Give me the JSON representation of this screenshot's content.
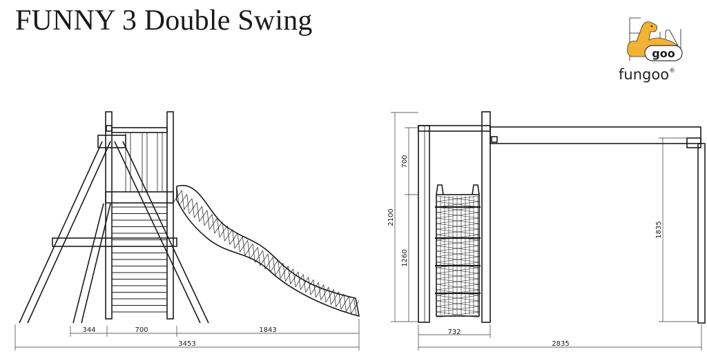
{
  "title": "FUNNY 3 Double Swing",
  "logo": {
    "word": "fungoo",
    "registered": "®",
    "mark_text": "goo",
    "accent": "#f2b233"
  },
  "front_view": {
    "dims": {
      "left_span": "344",
      "deck": "700",
      "slide": "1843",
      "total": "3453"
    }
  },
  "side_view": {
    "dims": {
      "height_total": "2100",
      "height_upper": "700",
      "height_lower": "1260",
      "swing_height": "1835",
      "tower_width": "732",
      "total_width": "2835"
    }
  }
}
